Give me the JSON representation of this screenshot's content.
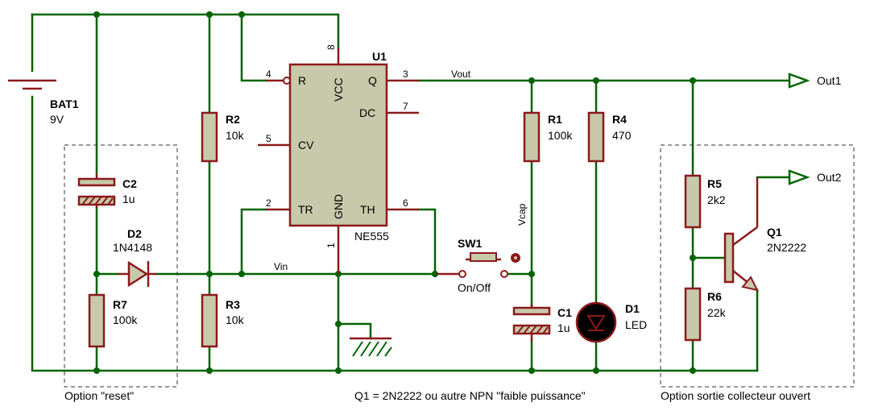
{
  "battery": {
    "ref": "BAT1",
    "value": "9V"
  },
  "u1": {
    "ref": "U1",
    "part": "NE555",
    "pins": {
      "r": "R",
      "vcc": "VCC",
      "q": "Q",
      "dc": "DC",
      "cv": "CV",
      "tr": "TR",
      "gnd": "GND",
      "th": "TH"
    },
    "pin_numbers": {
      "p1": "1",
      "p2": "2",
      "p3": "3",
      "p4": "4",
      "p5": "5",
      "p6": "6",
      "p7": "7",
      "p8": "8"
    }
  },
  "components": {
    "r1": {
      "ref": "R1",
      "value": "100k"
    },
    "r2": {
      "ref": "R2",
      "value": "10k"
    },
    "r3": {
      "ref": "R3",
      "value": "10k"
    },
    "r4": {
      "ref": "R4",
      "value": "470"
    },
    "r5": {
      "ref": "R5",
      "value": "2k2"
    },
    "r6": {
      "ref": "R6",
      "value": "22k"
    },
    "r7": {
      "ref": "R7",
      "value": "100k"
    },
    "c1": {
      "ref": "C1",
      "value": "1u"
    },
    "c2": {
      "ref": "C2",
      "value": "1u"
    },
    "d1": {
      "ref": "D1",
      "value": "LED"
    },
    "d2": {
      "ref": "D2",
      "value": "1N4148"
    },
    "q1": {
      "ref": "Q1",
      "value": "2N2222"
    },
    "sw1": {
      "ref": "SW1",
      "value": "On/Off"
    }
  },
  "nets": {
    "vout": "Vout",
    "vcap": "Vcap",
    "vin": "Vin"
  },
  "outputs": {
    "out1": "Out1",
    "out2": "Out2"
  },
  "options": {
    "reset": "Option \"reset\"",
    "open_collector": "Option sortie collecteur ouvert"
  },
  "note": "Q1 = 2N2222 ou autre NPN \"faible puissance\"",
  "colors": {
    "wire": "#006400",
    "component": "#8b1a1a",
    "body_fill": "#c8c8aa"
  }
}
